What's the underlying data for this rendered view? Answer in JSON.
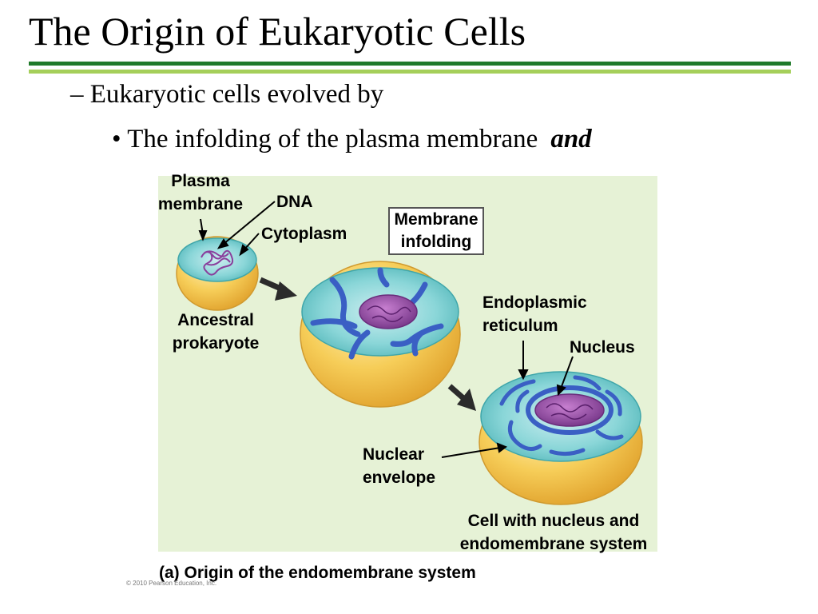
{
  "slide": {
    "title": "The Origin of Eukaryotic Cells",
    "bullet_level1": "– Eukaryotic cells evolved by",
    "bullet_level2_text": "• The infolding of the plasma membrane",
    "bullet_level2_emphasis": "and"
  },
  "figure": {
    "labels": {
      "plasma_membrane_line1": "Plasma",
      "plasma_membrane_line2": "membrane",
      "dna": "DNA",
      "cytoplasm": "Cytoplasm",
      "membrane_infolding_line1": "Membrane",
      "membrane_infolding_line2": "infolding",
      "ancestral_line1": "Ancestral",
      "ancestral_line2": "prokaryote",
      "er_line1": "Endoplasmic",
      "er_line2": "reticulum",
      "nucleus": "Nucleus",
      "nuclear_envelope_line1": "Nuclear",
      "nuclear_envelope_line2": "envelope",
      "cell_with_nucleus_line1": "Cell with nucleus and",
      "cell_with_nucleus_line2": "endomembrane system"
    },
    "caption": "(a) Origin of the endomembrane system",
    "copyright": "© 2010 Pearson Education, Inc.",
    "colors": {
      "panel_background": "#e6f2d6",
      "cell_yellow": "#f2c24a",
      "cytoplasm_teal": "#6cc6c8",
      "membrane_blue": "#3a5fc4",
      "dna_purple": "#7a3a8c",
      "arrow_dark": "#2b2b2b"
    }
  }
}
